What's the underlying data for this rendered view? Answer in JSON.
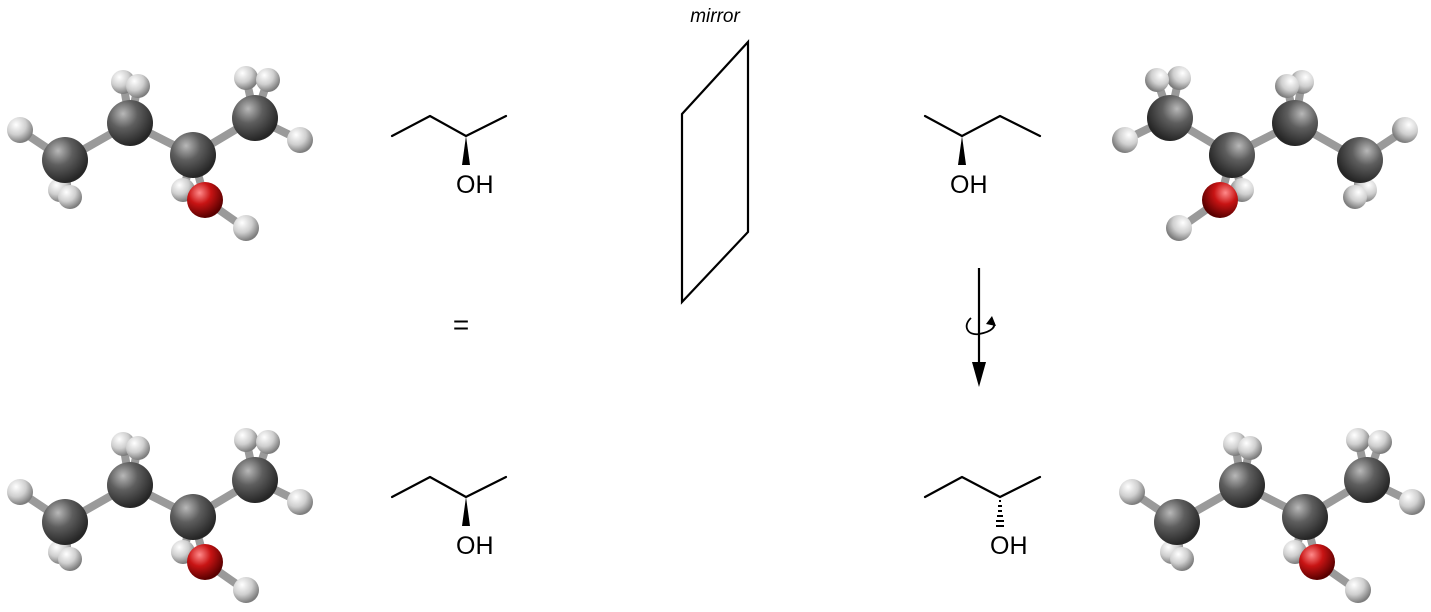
{
  "labels": {
    "mirror": "mirror",
    "equals": "=",
    "hydroxyl": "OH"
  },
  "colors": {
    "carbon": "#555555",
    "hydrogen": "#d4d4d4",
    "oxygen": "#c01818",
    "bond": "#000000"
  },
  "molecules": [
    {
      "id": "model-top-left",
      "kind": "ball-and-stick"
    },
    {
      "id": "skeletal-top-left",
      "kind": "skeletal",
      "stereo_bond": "wedge"
    },
    {
      "id": "skeletal-top-right",
      "kind": "skeletal",
      "stereo_bond": "wedge"
    },
    {
      "id": "model-top-right",
      "kind": "ball-and-stick"
    },
    {
      "id": "model-bottom-left",
      "kind": "ball-and-stick"
    },
    {
      "id": "skeletal-bottom-left",
      "kind": "skeletal",
      "stereo_bond": "wedge"
    },
    {
      "id": "skeletal-bottom-right",
      "kind": "skeletal",
      "stereo_bond": "hash"
    },
    {
      "id": "model-bottom-right",
      "kind": "ball-and-stick"
    }
  ],
  "icons": [
    "mirror-plane-icon",
    "rotation-arrow-icon"
  ]
}
